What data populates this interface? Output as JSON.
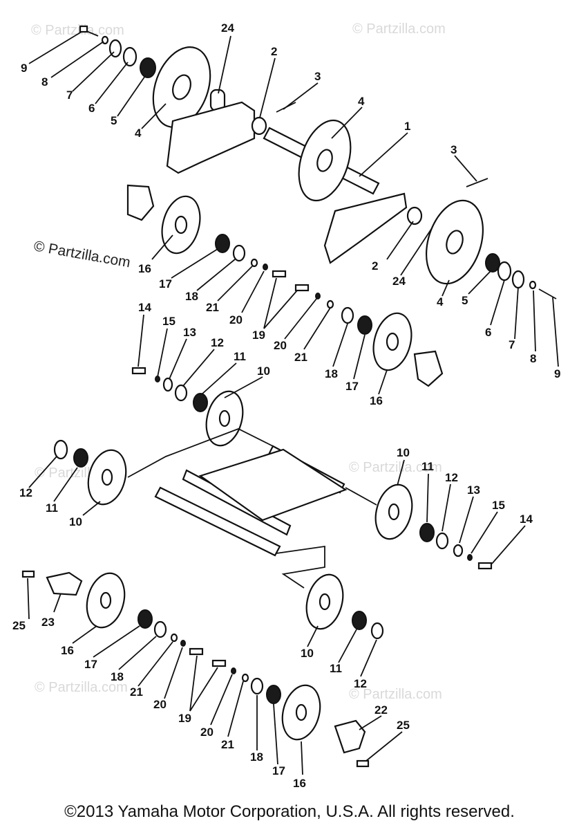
{
  "watermarks": {
    "main": "© Partzilla.com",
    "faint": "© Partzilla.com"
  },
  "copyright": "©2013 Yamaha Motor Corporation, U.S.A. All rights reserved.",
  "callouts": [
    "1",
    "2",
    "3",
    "4",
    "5",
    "6",
    "7",
    "8",
    "9",
    "10",
    "11",
    "12",
    "13",
    "14",
    "15",
    "16",
    "17",
    "18",
    "19",
    "20",
    "21",
    "22",
    "23",
    "24",
    "25"
  ]
}
